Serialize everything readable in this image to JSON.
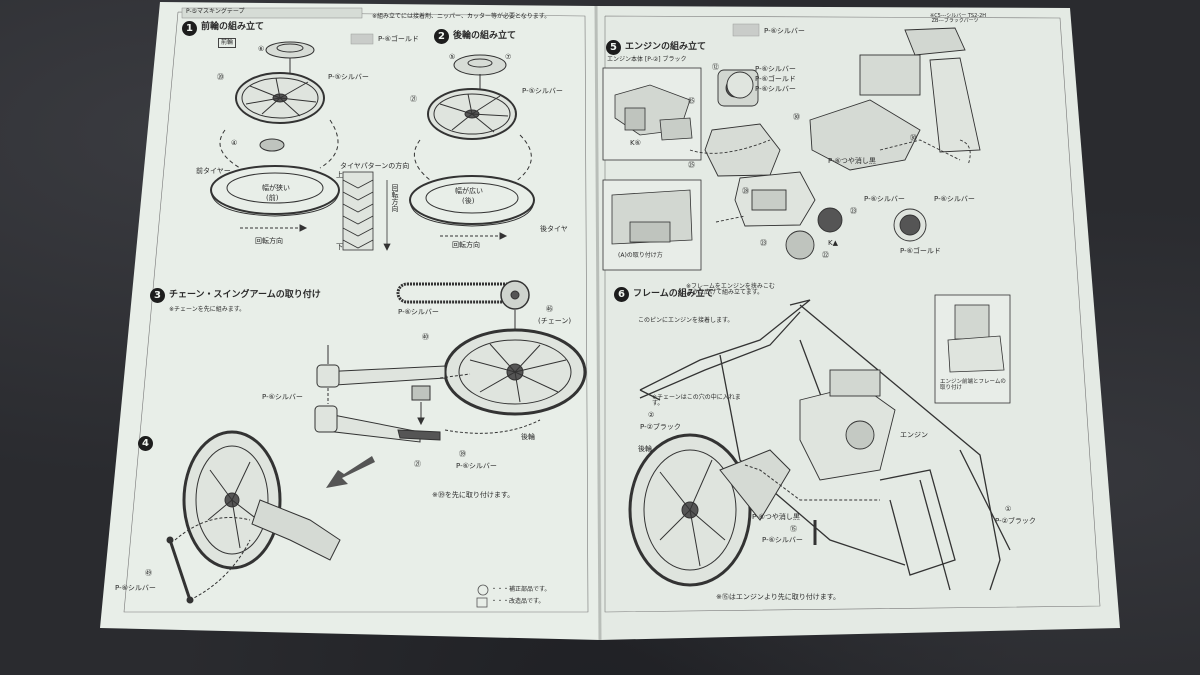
{
  "header": {
    "left_strip": "P-⑤マスキングテープ",
    "center_note": "※組み立てには接着剤、ニッパー、カッター等が必要となります。"
  },
  "left_page": {
    "step1": {
      "number": "1",
      "title": "前輪の組み立て",
      "tag": "前輪",
      "swatch_label": "P-⑥ゴールド",
      "labels": [
        "⑥",
        "⑳",
        "P-⑤シルバー",
        "④",
        "前タイヤー",
        "幅が狭い",
        "(前)",
        "回転方向"
      ]
    },
    "step2": {
      "number": "2",
      "title": "後輪の組み立て",
      "labels": [
        "⑤",
        "⑦",
        "P-⑤シルバー",
        "㉑",
        "幅が広い",
        "(後)",
        "後タイヤ",
        "回転方向"
      ],
      "pattern_title": "タイヤパターンの方向",
      "pattern_side_label": "回転方向",
      "pattern_top_label": "上",
      "pattern_bottom_label": "下"
    },
    "step3": {
      "number": "3",
      "title": "チェーン・スイングアームの取り付け",
      "note": "※チェーンを先に組みます。",
      "labels": [
        "P-⑥シルバー",
        "㊻",
        "(チェーン)",
        "㊵",
        "P-⑥シルバー",
        "㉑",
        "㊴",
        "P-⑥シルバー",
        "後輪"
      ],
      "footnote": "※㊴を先に取り付けます。"
    },
    "step4": {
      "number": "4",
      "labels": [
        "㊾",
        "P-⑥シルバー"
      ]
    },
    "legend": [
      {
        "symbol": "○",
        "text": "・・・補正部品です。"
      },
      {
        "symbol": "□",
        "text": "・・・改造品です。"
      }
    ]
  },
  "right_page": {
    "header_right": "※C5---シルバー TS2-2H\n ZB---ブラックパーツ",
    "step5": {
      "number": "5",
      "title": "エンジンの組み立て",
      "swatch_label": "P-⑥シルバー",
      "sub_label": "エンジン本体 [P-②] ブラック",
      "labels": [
        "㉕",
        "K⑥",
        "⑫",
        "P-⑥ゴールド",
        "P-⑥シルバー",
        "P-⑥シルバー",
        "㉚",
        "㉕",
        "㉓",
        "㉘",
        "㉚",
        "P-⑥つや消し黒",
        "P-⑥シルバー",
        "P-⑥シルバー",
        "P-⑥ゴールド",
        "㉒",
        "K▲",
        "㉓"
      ],
      "inset_caption": "(A)の取り付け方"
    },
    "step6": {
      "number": "6",
      "title": "フレームの組み立て",
      "note": "※フレームをエンジンを挟みこむ\nように広げて組み立てます。",
      "labels": [
        "このピンにエンジンを接着します。",
        "※チェーンはこの穴の中に入れます。",
        "②",
        "P-②ブラック",
        "後輪",
        "エンジン",
        "P-⑥つや消し黒",
        "⑮",
        "P-⑥シルバー",
        "①",
        "P-②ブラック"
      ],
      "inset_caption": "エンジン前端とフレームの取り付け",
      "footnote": "※⑮はエンジンより先に取り付けます。"
    }
  }
}
